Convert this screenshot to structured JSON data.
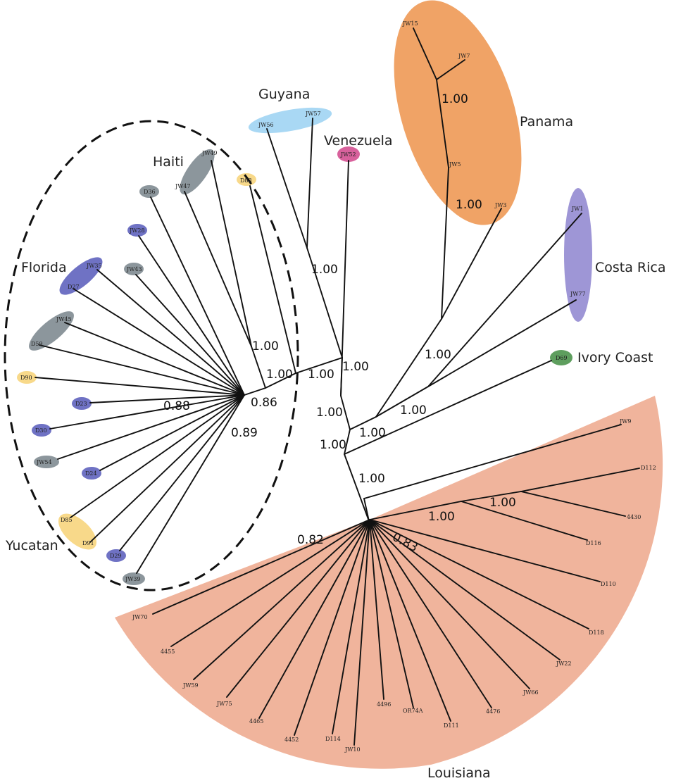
{
  "colors": {
    "panama": "#f0a366",
    "louisiana": "#f0b49c",
    "costa_rica": "#9e96d6",
    "guyana": "#a9d8f4",
    "venezuela": "#d8619c",
    "ivory_coast": "#5e9e5e",
    "haiti_grey": "#8c969c",
    "florida_blue": "#6f72c4",
    "yucatan_yellow": "#f8d98a",
    "branch": "#111111"
  },
  "regions": {
    "guyana": "Guyana",
    "venezuela": "Venezuela",
    "panama": "Panama",
    "haiti": "Haiti",
    "florida": "Florida",
    "costa_rica": "Costa Rica",
    "ivory_coast": "Ivory Coast",
    "yucatan": "Yucatan",
    "louisiana": "Louisiana"
  },
  "support": {
    "panama_top": "1.00",
    "panama_base": "1.00",
    "guyana": "1.00",
    "haiti_pair": "1.00",
    "west_clade": "1.00",
    "central_a": "1.00",
    "central_b": "1.00",
    "central_c": "1.00",
    "central_d": "1.00",
    "central_e": "1.00",
    "costa_rica": "1.00",
    "ivory_coast": "1.00",
    "louisiana_stem": "1.00",
    "louisiana_inner_a": "1.00",
    "louisiana_inner_b": "1.00",
    "caribbean_a": "0.88",
    "caribbean_b": "0.86",
    "caribbean_c": "0.89",
    "louisiana_left": "0.82",
    "louisiana_right": "0.83"
  },
  "leaves": {
    "jw15": "JW15",
    "jw7": "JW7",
    "jw5": "JW5",
    "jw3": "JW3",
    "jw56": "JW56",
    "jw57": "JW57",
    "jw52": "JW52",
    "jw49": "JW49",
    "jw47": "JW47",
    "d88": "D88",
    "d36": "D36",
    "jw28": "JW28",
    "jw35": "JW35",
    "d27": "D27",
    "jw43": "JW43",
    "jw45": "JW45",
    "d59": "D59",
    "d90": "D90",
    "d23": "D23",
    "d30": "D30",
    "jw54": "JW54",
    "d24": "D24",
    "d85": "D85",
    "d91": "D91",
    "d29": "D29",
    "jw39": "JW39",
    "jw1": "JW1",
    "jw77": "JW77",
    "d69": "D69",
    "jw9": "JW9",
    "d112": "D112",
    "4430": "4430",
    "d116": "D116",
    "d110": "D110",
    "d118": "D118",
    "jw22": "JW22",
    "jw66": "JW66",
    "4476": "4476",
    "d111": "D111",
    "or74a": "OR74A",
    "4496": "4496",
    "jw10": "JW10",
    "d114": "D114",
    "4452": "4452",
    "4465": "4465",
    "jw75": "JW75",
    "jw59": "JW59",
    "4455": "4455",
    "jw70": "JW70"
  }
}
